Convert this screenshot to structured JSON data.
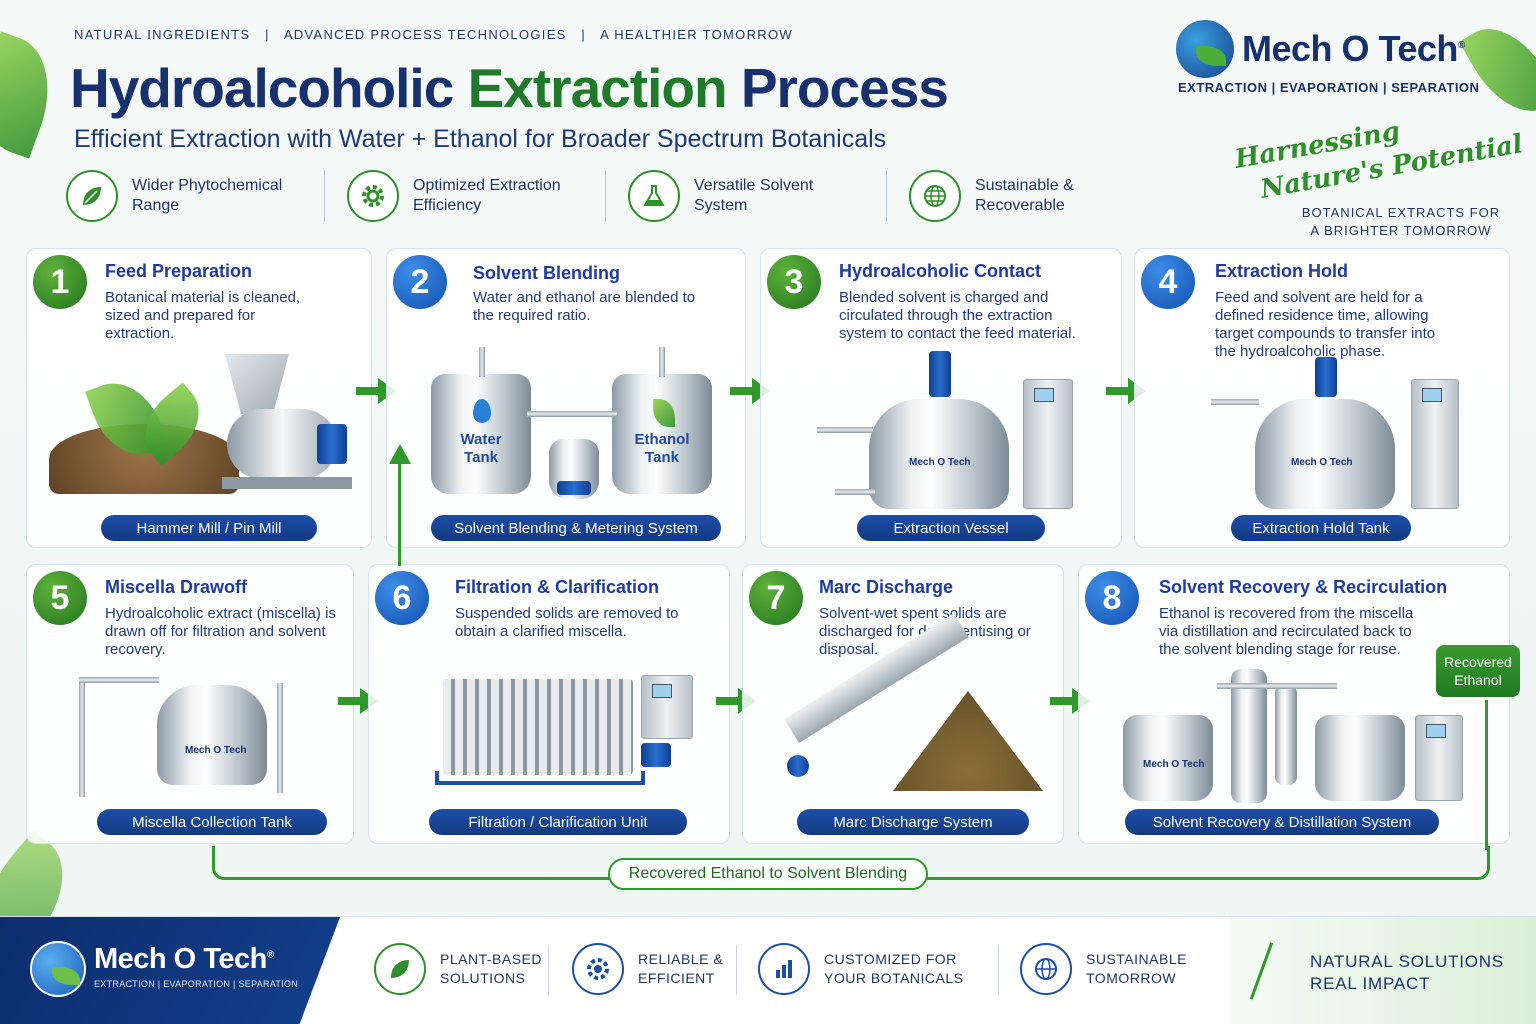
{
  "header": {
    "topline": "NATURAL INGREDIENTS   |   ADVANCED PROCESS TECHNOLOGIES   |   A HEALTHIER TOMORROW",
    "title_part1": "Hydroalcoholic ",
    "title_part2": "Extraction",
    "title_part3": " Process",
    "subtitle": "Efficient Extraction with Water + Ethanol for Broader Spectrum Botanicals"
  },
  "benefits": [
    {
      "icon": "leaf-icon",
      "label": "Wider Phytochemical Range"
    },
    {
      "icon": "gear-icon",
      "label": "Optimized Extraction Efficiency"
    },
    {
      "icon": "flask-icon",
      "label": "Versatile Solvent System"
    },
    {
      "icon": "globe-icon",
      "label": "Sustainable & Recoverable"
    }
  ],
  "brand": {
    "name": "Mech O Tech",
    "registered": "®",
    "tagline": "EXTRACTION | EVAPORATION | SEPARATION",
    "script_line1": "Harnessing",
    "script_line2": "Nature's Potential",
    "script_sub": "BOTANICAL EXTRACTS FOR A BRIGHTER TOMORROW"
  },
  "steps": [
    {
      "num": "1",
      "title": "Feed Preparation",
      "desc": "Botanical material is cleaned, sized and prepared for extraction.",
      "equipment": "Hammer Mill / Pin Mill",
      "color": "green"
    },
    {
      "num": "2",
      "title": "Solvent Blending",
      "desc": "Water and ethanol are blended to the required ratio.",
      "equipment": "Solvent Blending & Metering System",
      "color": "blue",
      "tank_a": "Water Tank",
      "tank_b": "Ethanol Tank"
    },
    {
      "num": "3",
      "title": "Hydroalcoholic Contact",
      "desc": "Blended solvent is charged and circulated through the extraction system to contact the feed material.",
      "equipment": "Extraction Vessel",
      "color": "green"
    },
    {
      "num": "4",
      "title": "Extraction Hold",
      "desc": "Feed and solvent are held for a defined residence time, allowing target compounds to transfer into the hydroalcoholic phase.",
      "equipment": "Extraction Hold Tank",
      "color": "blue"
    },
    {
      "num": "5",
      "title": "Miscella Drawoff",
      "desc": "Hydroalcoholic extract (miscella) is drawn off for filtration and solvent recovery.",
      "equipment": "Miscella Collection Tank",
      "color": "green"
    },
    {
      "num": "6",
      "title": "Filtration & Clarification",
      "desc": "Suspended solids are removed to obtain a clarified miscella.",
      "equipment": "Filtration / Clarification Unit",
      "color": "blue"
    },
    {
      "num": "7",
      "title": "Marc Discharge",
      "desc": "Solvent-wet spent solids are discharged for desolventising or disposal.",
      "equipment": "Marc Discharge System",
      "color": "green"
    },
    {
      "num": "8",
      "title": "Solvent Recovery & Recirculation",
      "desc": "Ethanol is recovered from the miscella via distillation and recirculated back to the solvent blending stage for reuse.",
      "equipment": "Solvent Recovery & Distillation System",
      "color": "blue"
    }
  ],
  "equipment_brand": "Mech O Tech",
  "recycle": {
    "line_label": "Recovered Ethanol to Solvent Blending",
    "box_label": "Recovered Ethanol"
  },
  "footer": {
    "brand": "Mech O Tech",
    "registered": "®",
    "tagline": "EXTRACTION | EVAPORATION | SEPARATION",
    "items": [
      {
        "icon": "leaf-icon",
        "label": "PLANT-BASED SOLUTIONS",
        "color": "#2f8f2a"
      },
      {
        "icon": "gear-icon",
        "label": "RELIABLE & EFFICIENT",
        "color": "#1d4ea8"
      },
      {
        "icon": "bar-chart-icon",
        "label": "CUSTOMIZED FOR YOUR BOTANICALS",
        "color": "#1d4ea8"
      },
      {
        "icon": "globe-icon",
        "label": "SUSTAINABLE TOMORROW",
        "color": "#1d4ea8"
      }
    ],
    "closing_line1": "NATURAL SOLUTIONS",
    "closing_line2": "REAL IMPACT"
  }
}
